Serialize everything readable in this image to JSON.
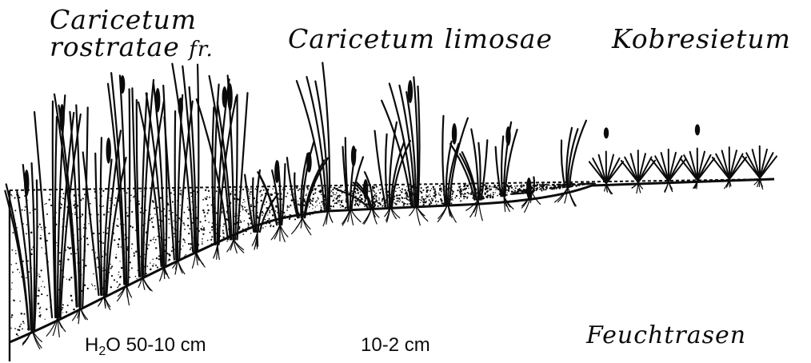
{
  "labels": {
    "caricetum_rostratae_line1": "Caricetum",
    "caricetum_rostratae_line2": "rostratae",
    "abbrev_fr": "fr.",
    "caricetum_limosae": "Caricetum limosae",
    "kobresietum": "Kobresietum",
    "water_symbol": "H",
    "water_subscript": "2",
    "water_o": "O",
    "depth_deep": "50-10 cm",
    "depth_shallow": "10-2 cm",
    "feuchtrasen": "Feuchtrasen"
  },
  "colors": {
    "ink": "#0b0b0b",
    "paper": "#ffffff"
  }
}
